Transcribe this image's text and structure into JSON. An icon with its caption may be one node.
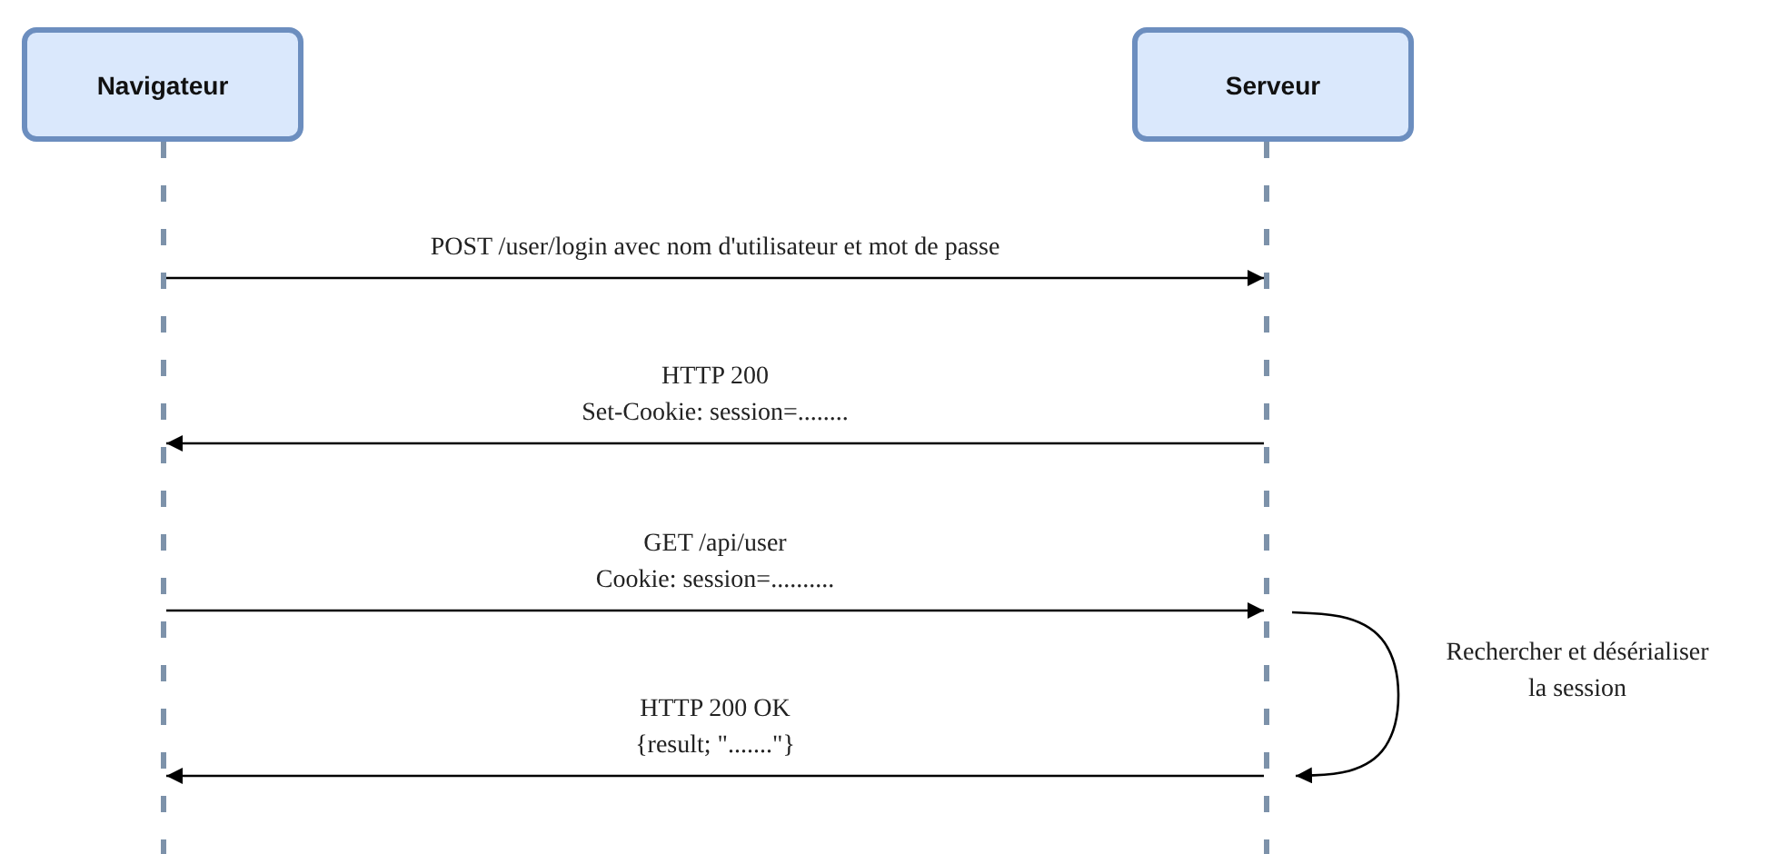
{
  "diagram": {
    "nodes": [
      {
        "text": [
          "Navigateur"
        ]
      },
      {
        "text": [
          "Serveur"
        ]
      }
    ],
    "edges": [
      {
        "from": 0,
        "to": 1,
        "arrow": "to",
        "label": "POST /user/login  avec nom d'utilisateur et mot de passe"
      },
      {
        "from": 1,
        "to": 0,
        "arrow": "to",
        "label": "HTTP 200 Set-Cookie: session=........"
      },
      {
        "from": 0,
        "to": 1,
        "arrow": "to",
        "label": "GET /api/user Cookie: session=.........."
      },
      {
        "from": 1,
        "to": 1,
        "arrow": "to",
        "label": "Rechercher et désérialiser la session"
      },
      {
        "from": 1,
        "to": 0,
        "arrow": "to",
        "label": "HTTP 200 OK {result; \".......\"}"
      }
    ]
  }
}
